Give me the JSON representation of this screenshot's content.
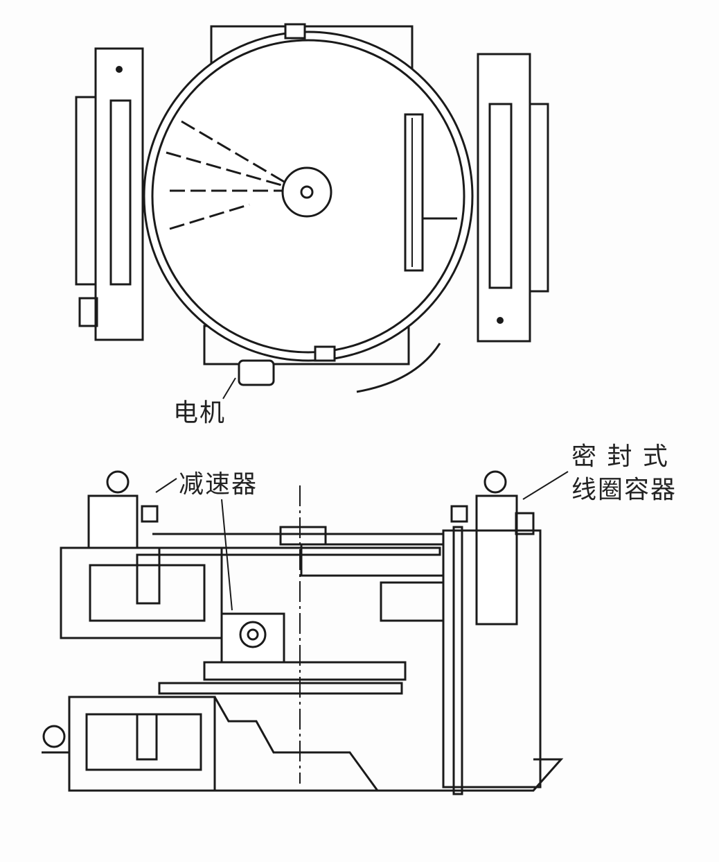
{
  "labels": {
    "motor": "电机",
    "reducer": "减速器",
    "sealed_coil_container_line1": "密 封 式",
    "sealed_coil_container_line2": "线圈容器"
  }
}
